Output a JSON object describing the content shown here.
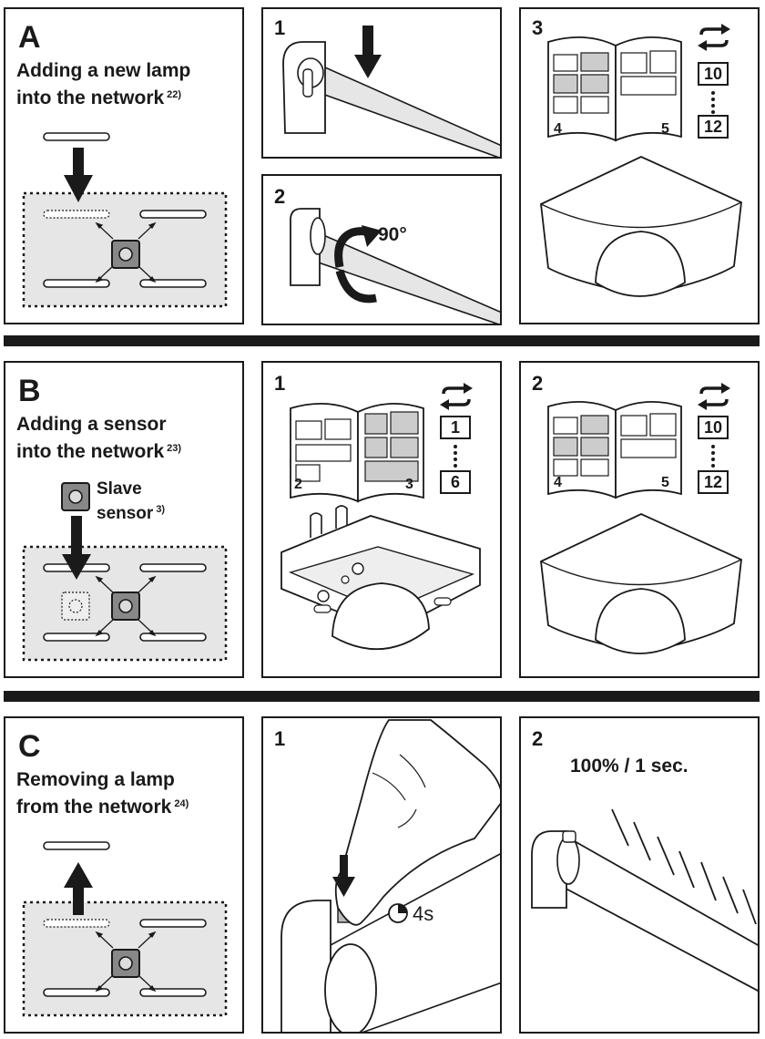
{
  "sections": [
    {
      "letter": "A",
      "title_line1": "Adding a new lamp",
      "title_line2": "into the network",
      "footnote": "22)",
      "step1_num": "1",
      "step2_num": "2",
      "rotation": "90°",
      "step3_num": "3",
      "book_pages": [
        "4",
        "5"
      ],
      "range_from": "10",
      "range_to": "12"
    },
    {
      "letter": "B",
      "title_line1": "Adding a sensor",
      "title_line2": "into the network",
      "footnote": "23)",
      "slave_line1": "Slave",
      "slave_line2": "sensor",
      "slave_footnote": "3)",
      "step1_num": "1",
      "step1_pages": [
        "2",
        "3"
      ],
      "step1_from": "1",
      "step1_to": "6",
      "step2_num": "2",
      "step2_pages": [
        "4",
        "5"
      ],
      "step2_from": "10",
      "step2_to": "12"
    },
    {
      "letter": "C",
      "title_line1": "Removing a lamp",
      "title_line2": "from the network",
      "footnote": "24)",
      "step1_num": "1",
      "hold_time": "4s",
      "step2_num": "2",
      "flash": "100% / 1 sec."
    }
  ],
  "icons": [
    "switch-icon",
    "timer-icon",
    "arrow-down-icon",
    "arrow-up-icon"
  ]
}
